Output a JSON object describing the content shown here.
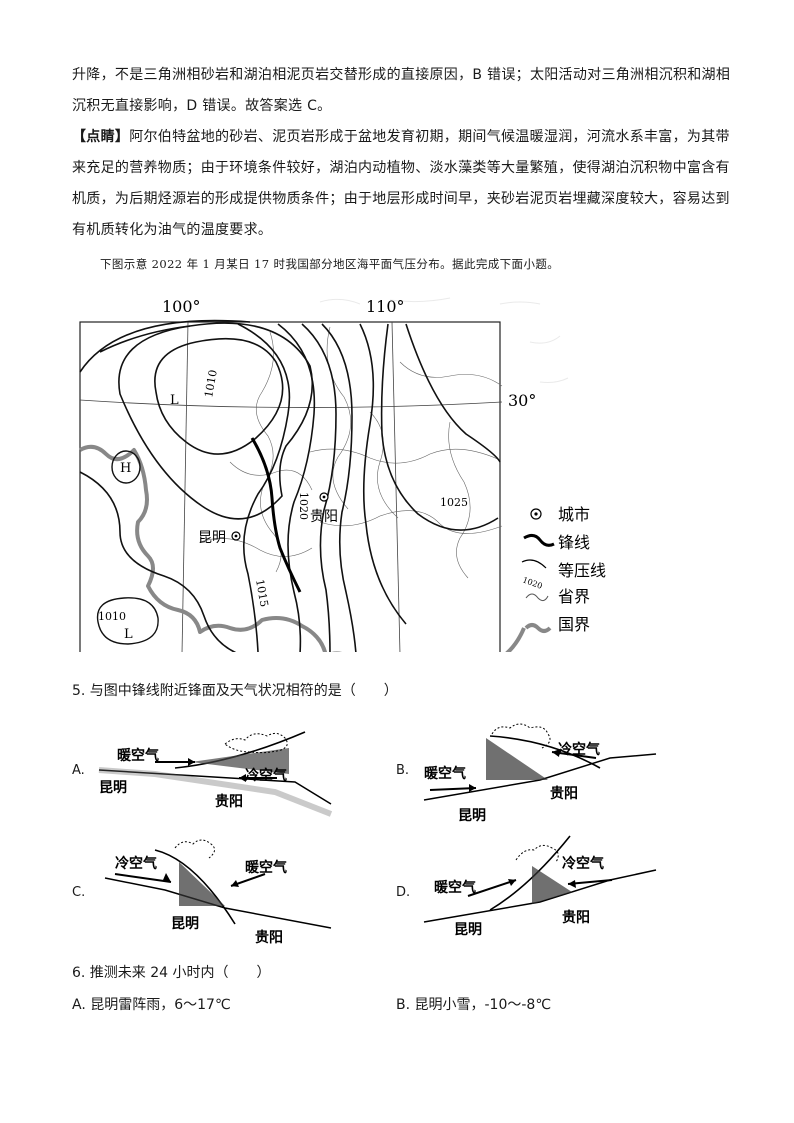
{
  "explanation": {
    "line1": "升降，不是三角洲相砂岩和湖泊相泥页岩交替形成的直接原因，B 错误；太阳活动对三角洲相沉积和湖相",
    "line2": "沉积无直接影响，D 错误。故答案选 C。",
    "tip_label": "【点睛】",
    "tip_line1": "阿尔伯特盆地的砂岩、泥页岩形成于盆地发育初期，期间气候温暖湿润，河流水系丰富，为其带",
    "tip_line2": "来充足的营养物质；由于环境条件较好，湖泊内动植物、淡水藻类等大量繁殖，使得湖泊沉积物中富含有",
    "tip_line3": "机质，为后期烃源岩的形成提供物质条件；由于地层形成时间早，夹砂岩泥页岩埋藏深度较大，容易达到",
    "tip_line4": "有机质转化为油气的温度要求。"
  },
  "intro": "下图示意 2022 年 1 月某日 17 时我国部分地区海平面气压分布。据此完成下面小题。",
  "map": {
    "lon_labels": [
      "100°",
      "110°"
    ],
    "lat_label": "30°",
    "isobar_labels": [
      "1010",
      "1015",
      "1020",
      "1025",
      "1010"
    ],
    "pressure_symbols": [
      "L",
      "H",
      "L"
    ],
    "cities": [
      "昆明",
      "贵阳"
    ],
    "legend": [
      {
        "label": "城市",
        "icon": "city-icon"
      },
      {
        "label": "锋线",
        "icon": "front-line-icon"
      },
      {
        "label": "等压线",
        "icon": "isobar-icon",
        "sample": "1020"
      },
      {
        "label": "省界",
        "icon": "province-border-icon"
      },
      {
        "label": "国界",
        "icon": "national-border-icon"
      }
    ]
  },
  "q5": {
    "stem": "5. 与图中锋线附近锋面及天气状况相符的是（　　）",
    "options": [
      {
        "letter": "A.",
        "warm": "暖空气",
        "cold": "冷空气",
        "km": "昆明",
        "gy": "贵阳"
      },
      {
        "letter": "B.",
        "warm": "暖空气",
        "cold": "冷空气",
        "km": "昆明",
        "gy": "贵阳"
      },
      {
        "letter": "C.",
        "warm": "暖空气",
        "cold": "冷空气",
        "km": "昆明",
        "gy": "贵阳"
      },
      {
        "letter": "D.",
        "warm": "暖空气",
        "cold": "冷空气",
        "km": "昆明",
        "gy": "贵阳"
      }
    ]
  },
  "q6": {
    "stem": "6. 推测未来 24 小时内（　　）",
    "a": "A. 昆明雷阵雨，6～17℃",
    "b": "B. 昆明小雪，-10～-8℃"
  }
}
